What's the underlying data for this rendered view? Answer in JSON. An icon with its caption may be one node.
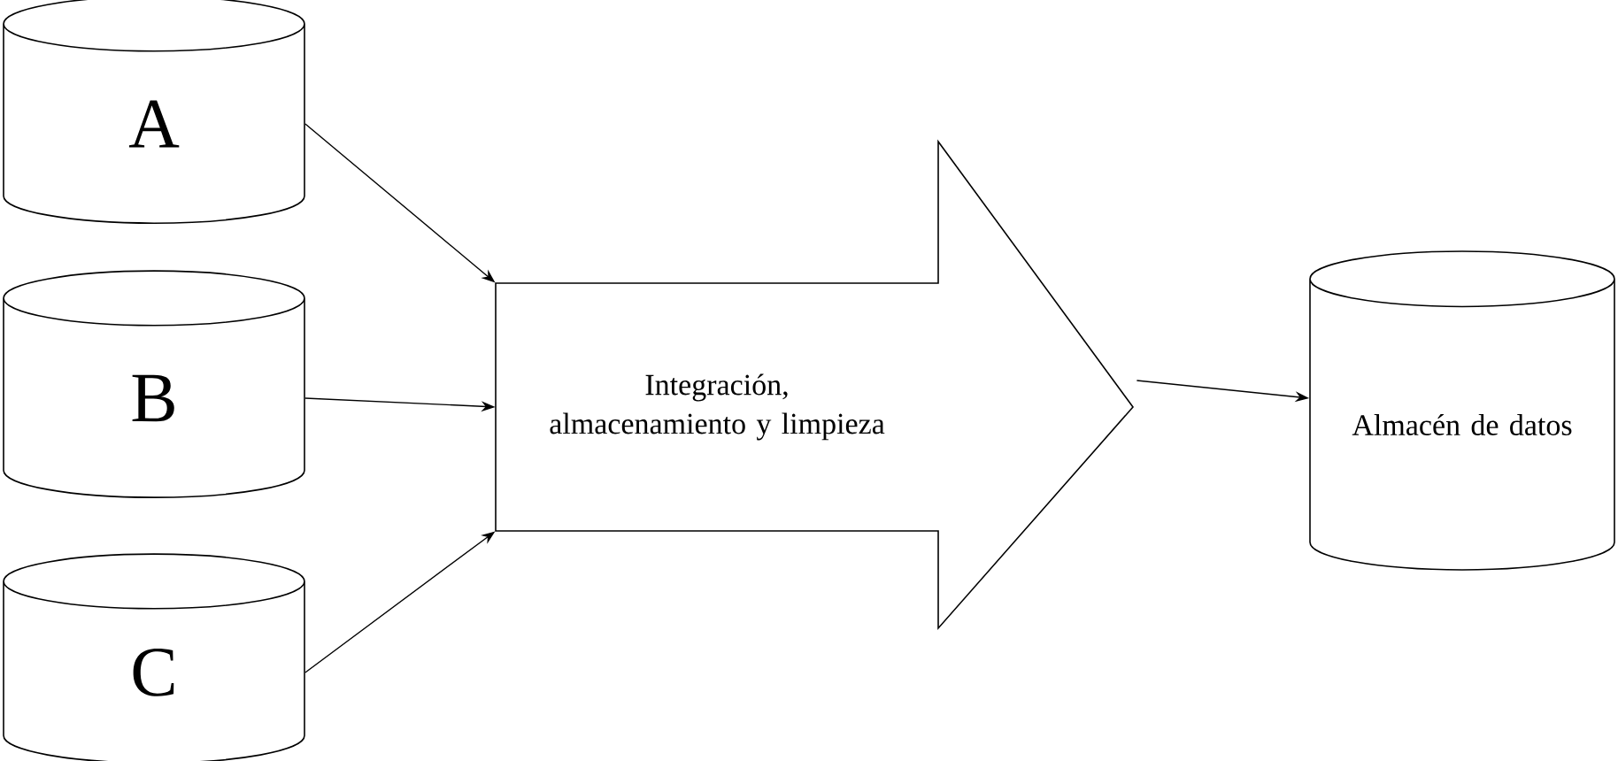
{
  "diagram": {
    "nodes": [
      {
        "text": [
          "A"
        ]
      },
      {
        "text": [
          "B"
        ]
      },
      {
        "text": [
          "C"
        ]
      },
      {
        "text": [
          "Integración, almacenamiento y limpieza"
        ]
      },
      {
        "text": [
          "Almacén de datos"
        ]
      }
    ],
    "edges": [
      {
        "from": 0,
        "to": 3,
        "arrow": "to"
      },
      {
        "from": 1,
        "to": 3,
        "arrow": "to"
      },
      {
        "from": 2,
        "to": 3,
        "arrow": "to"
      },
      {
        "from": 3,
        "to": 4,
        "arrow": "to"
      }
    ]
  }
}
